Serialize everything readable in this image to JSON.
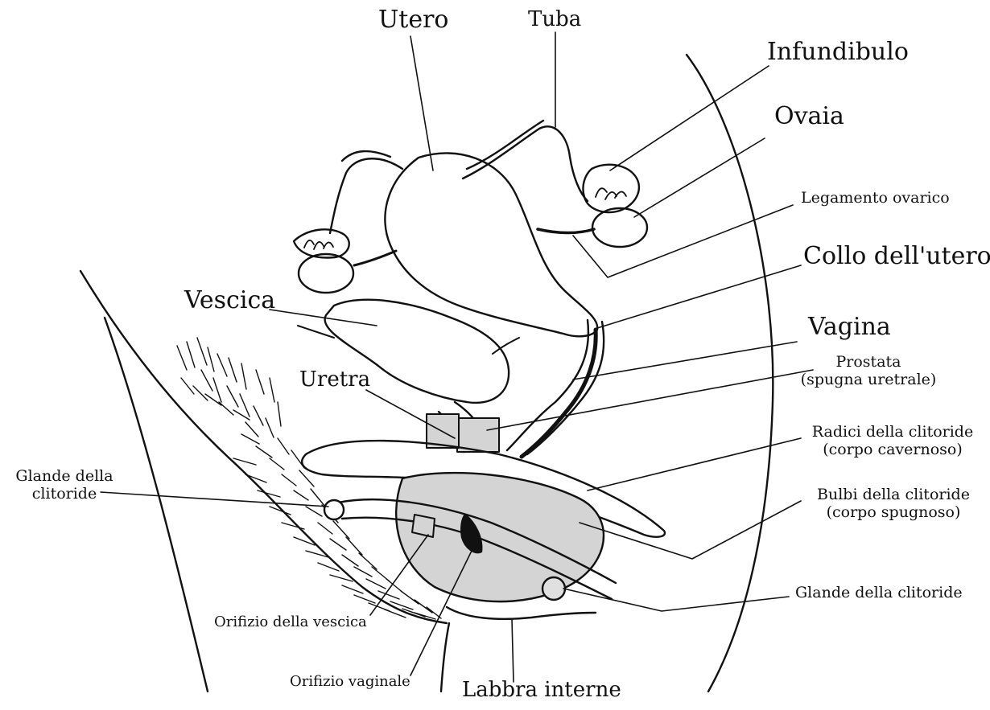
{
  "labels": {
    "utero": "Utero",
    "tuba": "Tuba",
    "infundibulo": "Infundibulo",
    "ovaia": "Ovaia",
    "legamento_ovarico": "Legamento ovarico",
    "collo_utero": "Collo dell'utero",
    "vescica": "Vescica",
    "vagina": "Vagina",
    "prostata_1": "Prostata",
    "prostata_2": "(spugna uretrale)",
    "uretra": "Uretra",
    "radici_1": "Radici della clitoride",
    "radici_2": "(corpo cavernoso)",
    "glande_left_1": "Glande della",
    "glande_left_2": "clitoride",
    "bulbi_1": "Bulbi della clitoride",
    "bulbi_2": "(corpo spugnoso)",
    "glande_right": "Glande della clitoride",
    "orifizio_vescica": "Orifizio della vescica",
    "orifizio_vaginale": "Orifizio vaginale",
    "labbra_interne": "Labbra interne"
  },
  "colors": {
    "ink": "#111111",
    "tissue_fill": "#d4d4d4",
    "background": "#ffffff"
  }
}
